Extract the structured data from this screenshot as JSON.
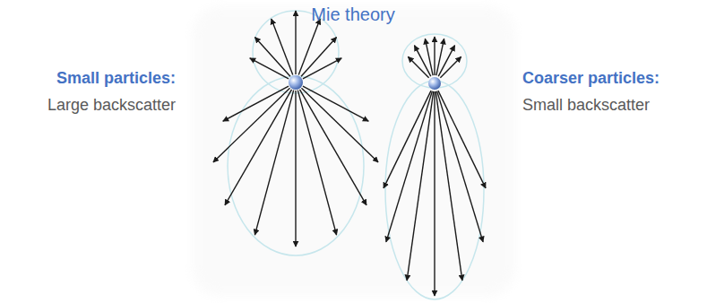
{
  "diagram": {
    "title": "Mie theory",
    "labels": [
      "Small particles:",
      "Large backscatter",
      "Coarser particles:",
      "Small backscatter"
    ]
  }
}
